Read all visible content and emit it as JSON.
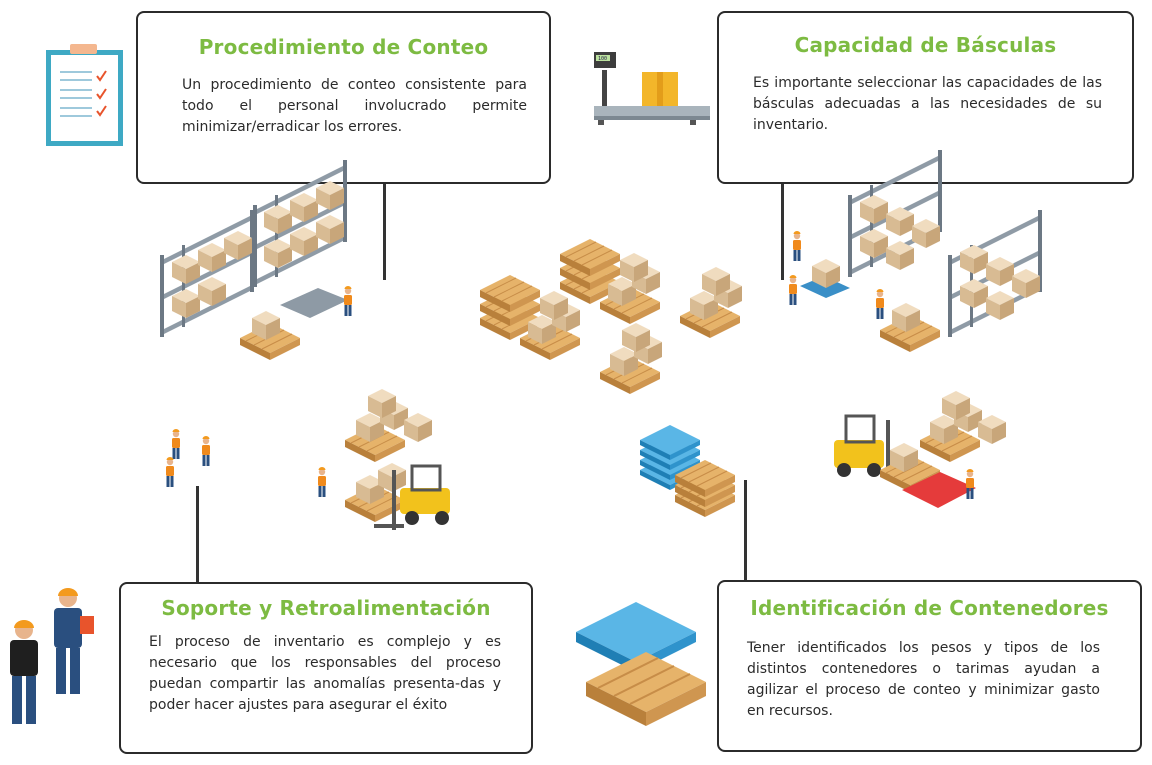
{
  "cards": {
    "conteo": {
      "title": "Procedimiento de Conteo",
      "text": "Un procedimiento de conteo consistente para todo el personal involucrado permite minimizar/erradicar los errores."
    },
    "basculas": {
      "title": "Capacidad de Básculas",
      "text": "Es importante seleccionar las capacidades de las básculas adecuadas a las necesidades de su inventario."
    },
    "soporte": {
      "title": "Soporte y Retroalimentación",
      "text": "El proceso de inventario es complejo y es necesario que los responsables del proceso puedan compartir las anomalías presenta-das y poder hacer ajustes para asegurar el éxito"
    },
    "contenedores": {
      "title": "Identificación de Contenedores",
      "text": "Tener identificados los pesos y tipos de los distintos contenedores o tarimas ayudan a agilizar el proceso de conteo y minimizar gasto en recursos."
    }
  },
  "scale_display": "100",
  "colors": {
    "accent_green": "#7dbb42",
    "box_tan": "#e2c8a4",
    "pallet_wood": "#d9a45a",
    "pallet_blue": "#3aa3d8",
    "forklift_yellow": "#f2c21c",
    "rack_gray": "#7f8c99"
  },
  "icons": [
    "checklist-icon",
    "bench-scale-icon",
    "workers-icon",
    "pallet-icon"
  ]
}
